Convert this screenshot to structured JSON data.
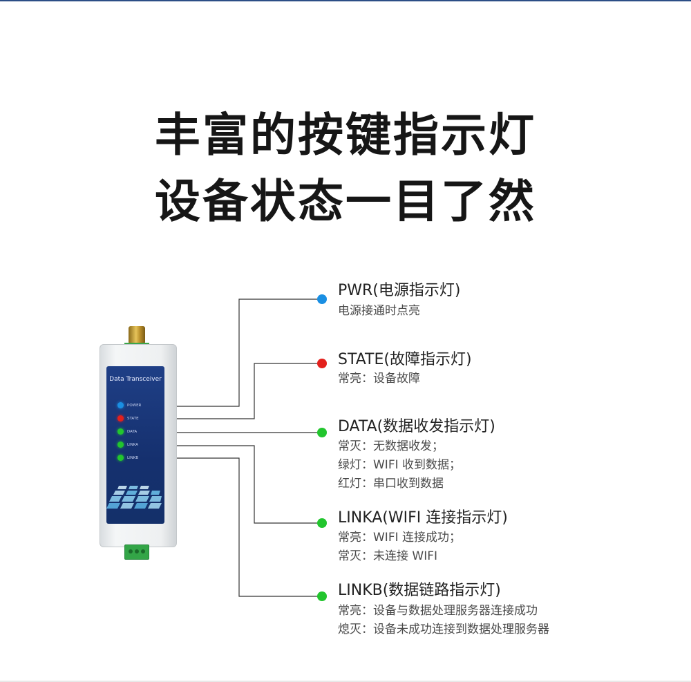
{
  "headline": {
    "line1": "丰富的按键指示灯",
    "line2": "设备状态一目了然"
  },
  "device": {
    "panel_title": "Data Transceiver",
    "leds": [
      {
        "label": "POWER",
        "color": "#1a8fe3"
      },
      {
        "label": "STATE",
        "color": "#e3201c"
      },
      {
        "label": "DATA",
        "color": "#22c52e"
      },
      {
        "label": "LINKA",
        "color": "#22c52e"
      },
      {
        "label": "LINKB",
        "color": "#22c52e"
      }
    ]
  },
  "indicators": [
    {
      "title": "PWR(电源指示灯)",
      "dot_color": "#1a8fe3",
      "lines": [
        "电源接通时点亮"
      ]
    },
    {
      "title": "STATE(故障指示灯)",
      "dot_color": "#e3201c",
      "lines": [
        "常亮：设备故障"
      ]
    },
    {
      "title": "DATA(数据收发指示灯)",
      "dot_color": "#22c52e",
      "lines": [
        "常灭：无数据收发；",
        "绿灯：WIFI 收到数据；",
        "红灯：串口收到数据"
      ]
    },
    {
      "title": "LINKA(WIFI 连接指示灯)",
      "dot_color": "#22c52e",
      "lines": [
        "常亮：WIFI 连接成功；",
        "常灭：未连接 WIFI"
      ]
    },
    {
      "title": "LINKB(数据链路指示灯)",
      "dot_color": "#22c52e",
      "lines": [
        "常亮：设备与数据处理服务器连接成功",
        "熄灭：设备未成功连接到数据处理服务器"
      ]
    }
  ]
}
